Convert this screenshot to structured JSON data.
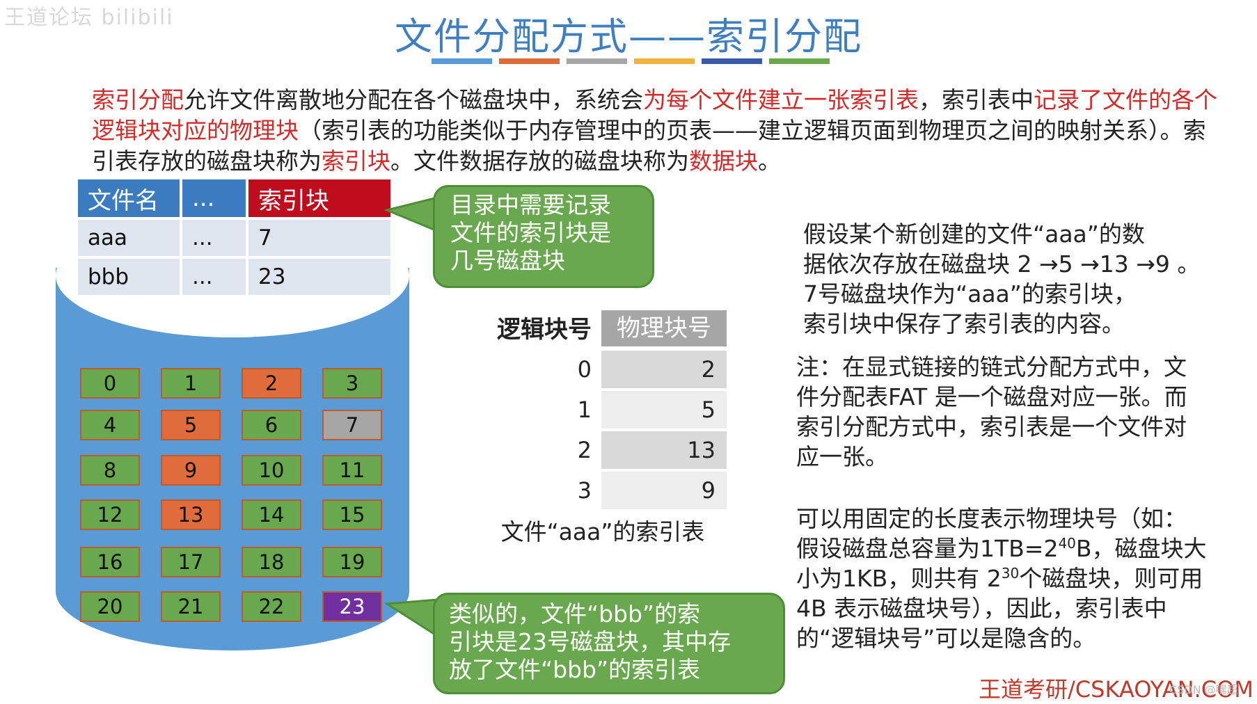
{
  "watermark": "王道论坛 bilibili",
  "title": "文件分配方式——索引分配",
  "title_bar_colors": [
    "#5b9bd5",
    "#e06b3b",
    "#a6a6a6",
    "#f2b53a",
    "#3a5ba8",
    "#6aa84f"
  ],
  "intro": {
    "p1": "索引分配",
    "p2": "允许文件离散地分配在各个磁盘块中，系统会",
    "p3": "为每个文件建立一张索引表",
    "p4": "，索引表中",
    "p5": "记录了文件的各个逻辑块对应的物理块",
    "p6": "（索引表的功能类似于内存管理中的页表——建立逻辑页面到物理页之间的映射关系）。索引表存放的磁盘块称为",
    "p7": "索引块",
    "p8": "。文件数据存放的磁盘块称为",
    "p9": "数据块",
    "p10": "。"
  },
  "directory": {
    "headers": [
      "文件名",
      "...",
      "索引块"
    ],
    "rows": [
      [
        "aaa",
        "...",
        "7"
      ],
      [
        "bbb",
        "...",
        "23"
      ]
    ]
  },
  "disk_blocks": [
    [
      "0",
      "g"
    ],
    [
      "1",
      "g"
    ],
    [
      "2",
      "o"
    ],
    [
      "3",
      "g"
    ],
    [
      "4",
      "g"
    ],
    [
      "5",
      "o"
    ],
    [
      "6",
      "g"
    ],
    [
      "7",
      "gr"
    ],
    [
      "8",
      "g"
    ],
    [
      "9",
      "o"
    ],
    [
      "10",
      "g"
    ],
    [
      "11",
      "g"
    ],
    [
      "12",
      "g"
    ],
    [
      "13",
      "o"
    ],
    [
      "14",
      "g"
    ],
    [
      "15",
      "g"
    ],
    [
      "16",
      "g"
    ],
    [
      "17",
      "g"
    ],
    [
      "18",
      "g"
    ],
    [
      "19",
      "g"
    ],
    [
      "20",
      "g"
    ],
    [
      "21",
      "g"
    ],
    [
      "22",
      "g"
    ],
    [
      "23",
      "p"
    ]
  ],
  "callout1": [
    "目录中需要记录",
    "文件的索引块是",
    "几号磁盘块"
  ],
  "callout2": [
    "类似的，文件“bbb”的索",
    "引块是23号磁盘块，其中存",
    "放了文件“bbb”的索引表"
  ],
  "index_table": {
    "head_logical": "逻辑块号",
    "head_physical": "物理块号",
    "rows": [
      [
        "0",
        "2"
      ],
      [
        "1",
        "5"
      ],
      [
        "2",
        "13"
      ],
      [
        "3",
        "9"
      ]
    ],
    "caption": "文件“aaa”的索引表"
  },
  "para1": [
    "假设某个新创建的文件“aaa”的数",
    "据依次存放在磁盘块 2 →5 →13 →9 。",
    "7号磁盘块作为“aaa”的索引块，",
    "索引块中保存了索引表的内容。"
  ],
  "para2": [
    "注：在显式链接的链式分配方式中，文",
    "件分配表FAT 是一个磁盘对应一张。而",
    "索引分配方式中，索引表是一个文件对",
    "应一张。"
  ],
  "para3": {
    "l1": "可以用固定的长度表示物理块号（如：",
    "l2a": "假设磁盘总容量为1TB=2",
    "l2sup": "40",
    "l2b": "B，磁盘块大",
    "l3a": "小为1KB，则共有 2",
    "l3sup": "30",
    "l3b": "个磁盘块，则可用",
    "l4": "4B 表示磁盘块号），因此，索引表中",
    "l5": "的“逻辑块号”可以是隐含的。"
  },
  "brand": "王道考研/CSKAOYAN.COM",
  "csdn": "CSDN @嘿超"
}
